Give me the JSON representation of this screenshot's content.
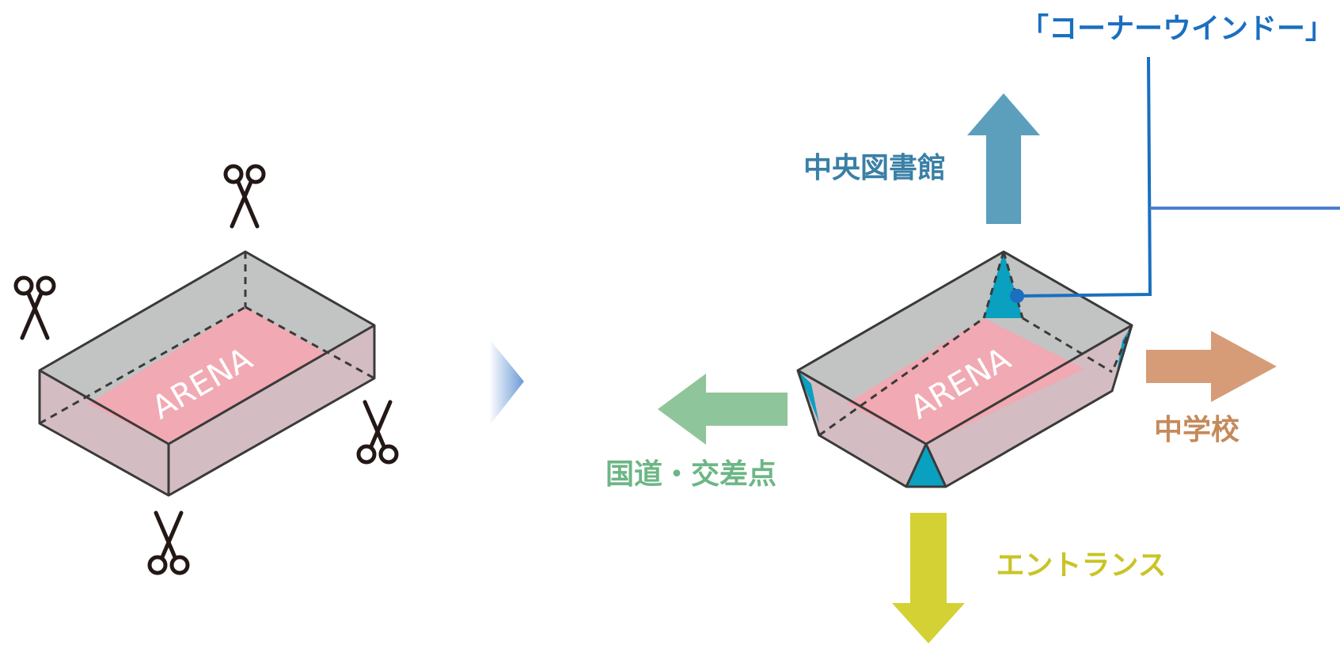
{
  "diagram": {
    "callout_label": "「コーナーウインドー」",
    "arena_label_left": "ARENA",
    "arena_label_right": "ARENA",
    "direction_labels": {
      "library": "中央図書館",
      "school": "中学校",
      "road": "国道・交差点",
      "entrance": "エントランス"
    },
    "scissors_icon": "scissors-icon",
    "colors": {
      "box_top": "#c2c4c3",
      "box_side": "#d3bcc2",
      "arena_floor": "#f1a9b3",
      "edge": "#3a3a3a",
      "corner_window": "#0aa0c0",
      "callout_line": "#1a6fc0",
      "library": "#3a7fa6",
      "library_arrow": "#5b9fbd",
      "school": "#c58a5a",
      "school_arrow": "#d59c77",
      "road": "#6cb685",
      "road_arrow": "#8fc59a",
      "entrance": "#c9c426",
      "entrance_arrow": "#d4d134",
      "chevron": "#6a9ad6"
    }
  }
}
